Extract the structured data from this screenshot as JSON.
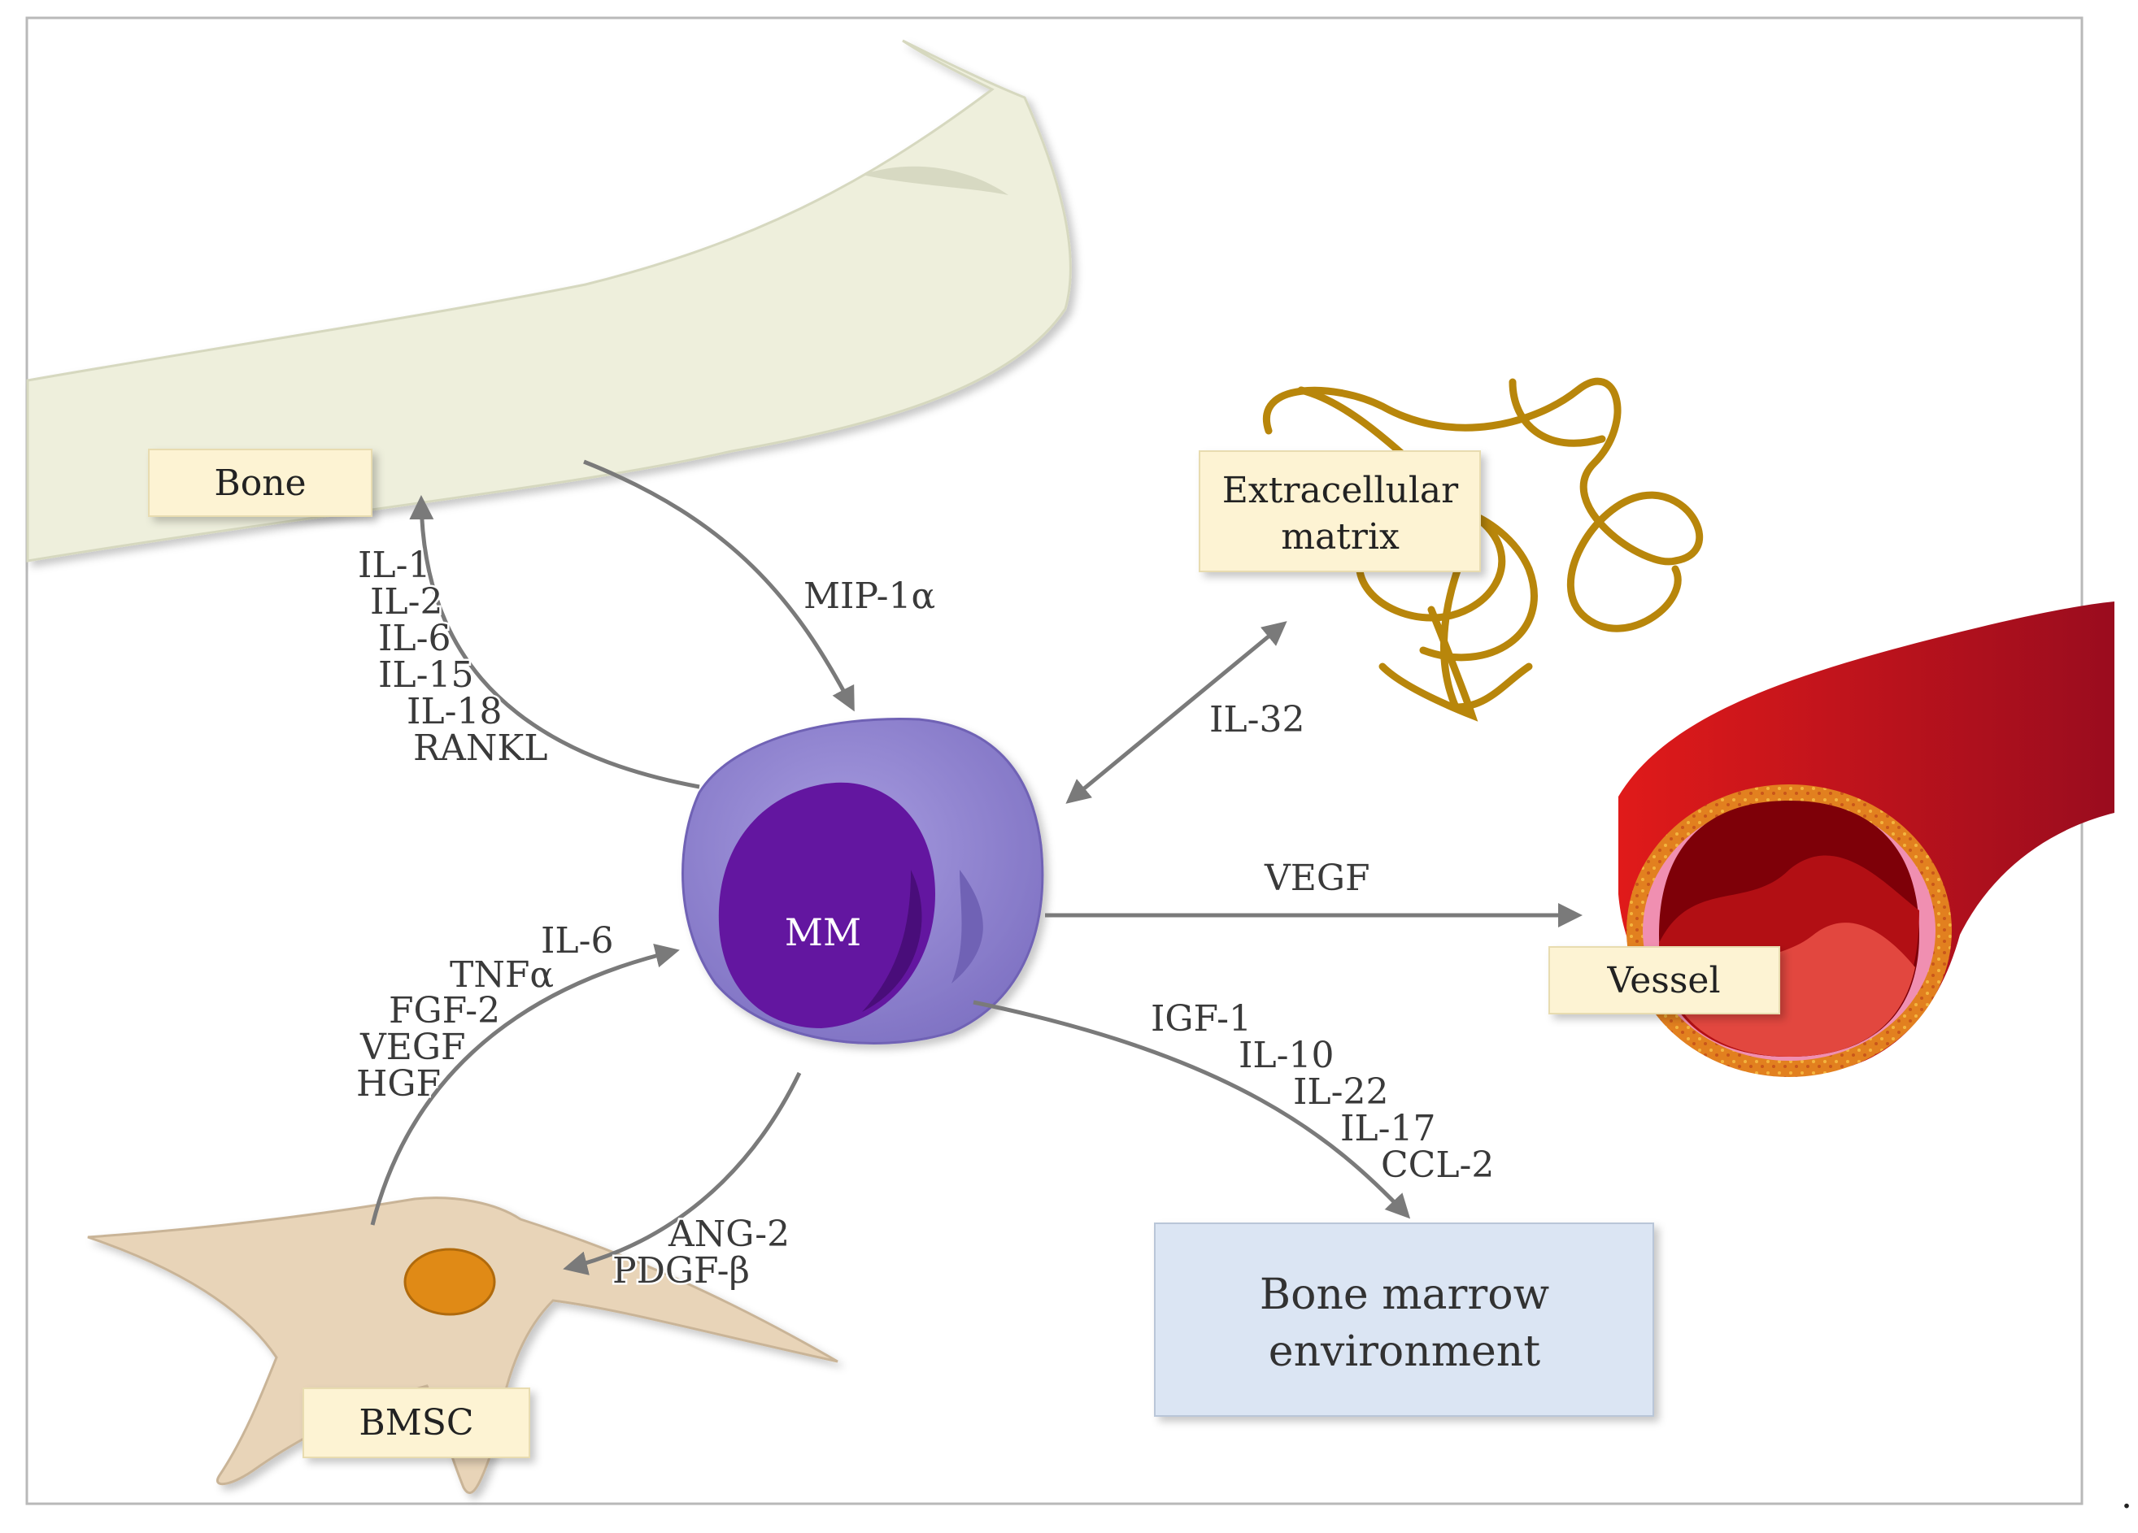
{
  "labels": {
    "bone": "Bone",
    "ecm_line1": "Extracellular",
    "ecm_line2": "matrix",
    "vessel": "Vessel",
    "bmsc": "BMSC",
    "mm": "MM",
    "bme_line1": "Bone marrow",
    "bme_line2": "environment"
  },
  "cytokines": {
    "mm_to_bone": [
      "IL-1",
      "IL-2",
      "IL-6",
      "IL-15",
      "IL-18",
      "RANKL"
    ],
    "bone_to_mm": [
      "MIP-1α"
    ],
    "mm_ecm": [
      "IL-32"
    ],
    "mm_to_vessel": [
      "VEGF"
    ],
    "bmsc_to_mm": [
      "IL-6",
      "TNFα",
      "FGF-2",
      "VEGF",
      "HGF"
    ],
    "mm_to_bmsc": [
      "ANG-2",
      "PDGF-β"
    ],
    "mm_to_bme": [
      "IGF-1",
      "IL-10",
      "IL-22",
      "IL-17",
      "CCL-2"
    ]
  },
  "trailing_mark": ".",
  "colors": {
    "bone": "#eeefdc",
    "label_box": "#fdf3d3",
    "bme_box": "#dbe5f3",
    "mm_cell": "#9185cc",
    "mm_nucleus": "#6418a0",
    "ecm_fiber": "#b8860b",
    "vessel": "#c8102e",
    "bmsc_body": "#e8d4b8",
    "bmsc_nucleus": "#e08a12",
    "arrow": "#7a7a7a"
  }
}
